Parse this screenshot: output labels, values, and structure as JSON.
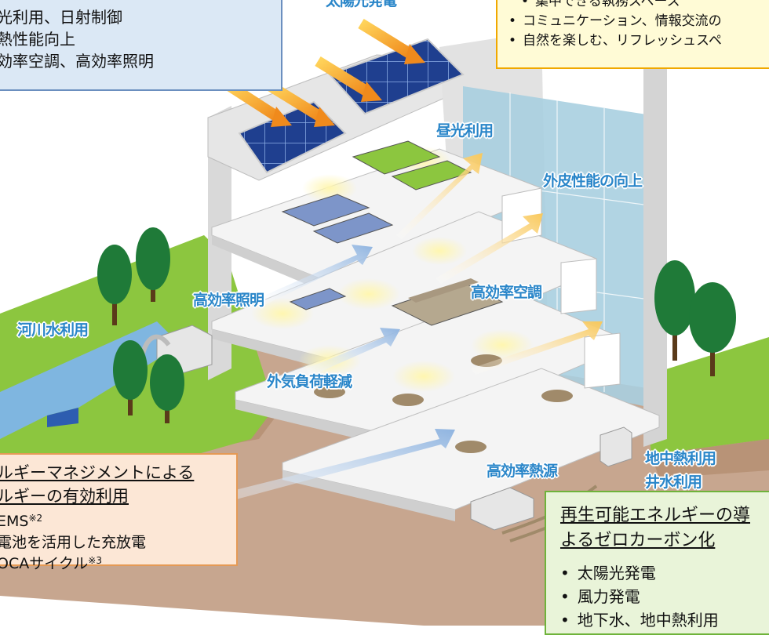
{
  "labels": {
    "solar_top": "太陽光発電",
    "daylight": "昼光利用",
    "envelope": "外皮性能の向上",
    "lighting": "高効率照明",
    "river": "河川水利用",
    "hvac": "高効率空調",
    "outdoor_air": "外気負荷軽減",
    "heat_source": "高効率熱源",
    "geothermal": "地中熱利用",
    "well_water": "井水利用"
  },
  "box_top_left": {
    "items": [
      "光利用、日射制御",
      "熱性能向上",
      "効率空調、高効率照明"
    ]
  },
  "box_top_right": {
    "items": [
      "集中できる執務スペース",
      "コミュニケーション、情報交流の",
      "自然を楽しむ、リフレッシュスペ"
    ]
  },
  "box_bottom_left": {
    "heading_line1": "ルギーマネジメントによる",
    "heading_line2": "ルギーの有効利用",
    "items": [
      {
        "text": "EMS",
        "note": "※2"
      },
      {
        "text": "電池を活用した充放電",
        "note": ""
      },
      {
        "text": "OCAサイクル",
        "note": "※3"
      }
    ]
  },
  "box_bottom_right": {
    "heading_line1": "再生可能エネルギーの導",
    "heading_line2": "よるゼロカーボン化",
    "items": [
      "太陽光発電",
      "風力発電",
      "地下水、地中熱利用"
    ]
  },
  "colors": {
    "label_blue": "#2a86c9",
    "blue_box_bg": "#dbe8f5",
    "yellow_box_bg": "#fffbd6",
    "orange_box_bg": "#fce7d6",
    "green_box_bg": "#e9f4d9",
    "glass": "#a9cfe0",
    "grass": "#8cc63f",
    "soil": "#c7a68f"
  }
}
